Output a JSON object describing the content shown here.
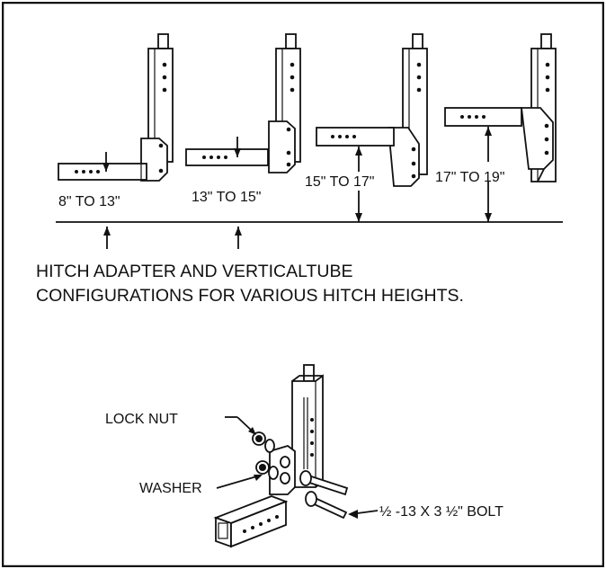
{
  "configurations": [
    {
      "label": "8\" TO 13\""
    },
    {
      "label": "13\" TO 15\""
    },
    {
      "label": "15\" TO 17\""
    },
    {
      "label": "17\" TO 19\""
    }
  ],
  "caption": {
    "line1": "HITCH ADAPTER AND VERTICALTUBE",
    "line2": "CONFIGURATIONS FOR VARIOUS HITCH HEIGHTS."
  },
  "parts": {
    "lock_nut": "LOCK NUT",
    "washer": "WASHER",
    "bolt": "½ -13 X 3 ½\" BOLT"
  },
  "colors": {
    "ink": "#111111",
    "paper": "#ffffff"
  }
}
